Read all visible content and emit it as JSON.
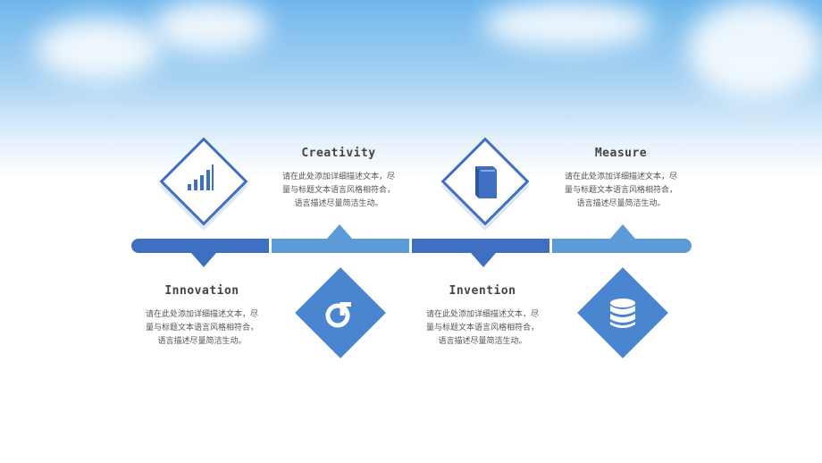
{
  "colors": {
    "dark_blue": "#3f6fc0",
    "light_blue": "#5a9bd8",
    "solid_blue": "#4a86cf"
  },
  "items": [
    {
      "title": "Creativity",
      "desc": [
        "请在此处添加详细描述文本，尽",
        "量与标题文本语言风格相符合，",
        "语言描述尽量简洁生动。"
      ],
      "icon": "bar-chart-icon"
    },
    {
      "title": "Measure",
      "desc": [
        "请在此处添加详细描述文本，尽",
        "量与标题文本语言风格相符合，",
        "语言描述尽量简洁生动。"
      ],
      "icon": "book-icon"
    },
    {
      "title": "Innovation",
      "desc": [
        "请在此处添加详细描述文本，尽",
        "量与标题文本语言风格相符合，",
        "语言描述尽量简洁生动。"
      ],
      "icon": "music-note-icon"
    },
    {
      "title": "Invention",
      "desc": [
        "请在此处添加详细描述文本，尽",
        "量与标题文本语言风格相符合，",
        "语言描述尽量简洁生动。"
      ],
      "icon": "database-icon"
    }
  ]
}
